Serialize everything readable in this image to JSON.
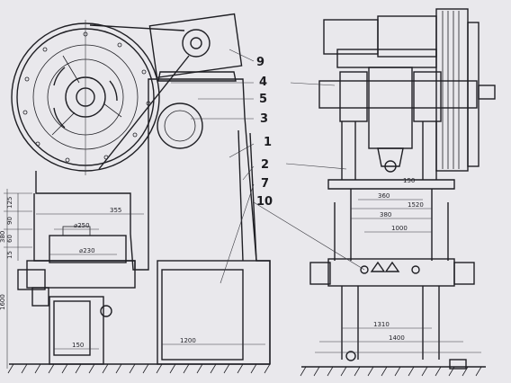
{
  "callouts": [
    "9",
    "4",
    "5",
    "3",
    "1",
    "2",
    "7",
    "10"
  ],
  "dimensions": {
    "d_355": "355",
    "d_250": "⌀250",
    "d_230": "⌀230",
    "d_125": "125",
    "d_90": "90",
    "d_380_left": "380",
    "d_60": "60",
    "d_15": "15",
    "d_150_sq": "150",
    "d_1200": "1200",
    "d_360": "360",
    "d_150_top": "150",
    "d_1520": "1520",
    "d_380_right": "380",
    "d_1000": "1000",
    "d_1310": "1310",
    "d_1400": "1400",
    "d_1600": "1600"
  },
  "colors": {
    "paper": "#e9e8ec",
    "ink": "#1f1f24"
  }
}
